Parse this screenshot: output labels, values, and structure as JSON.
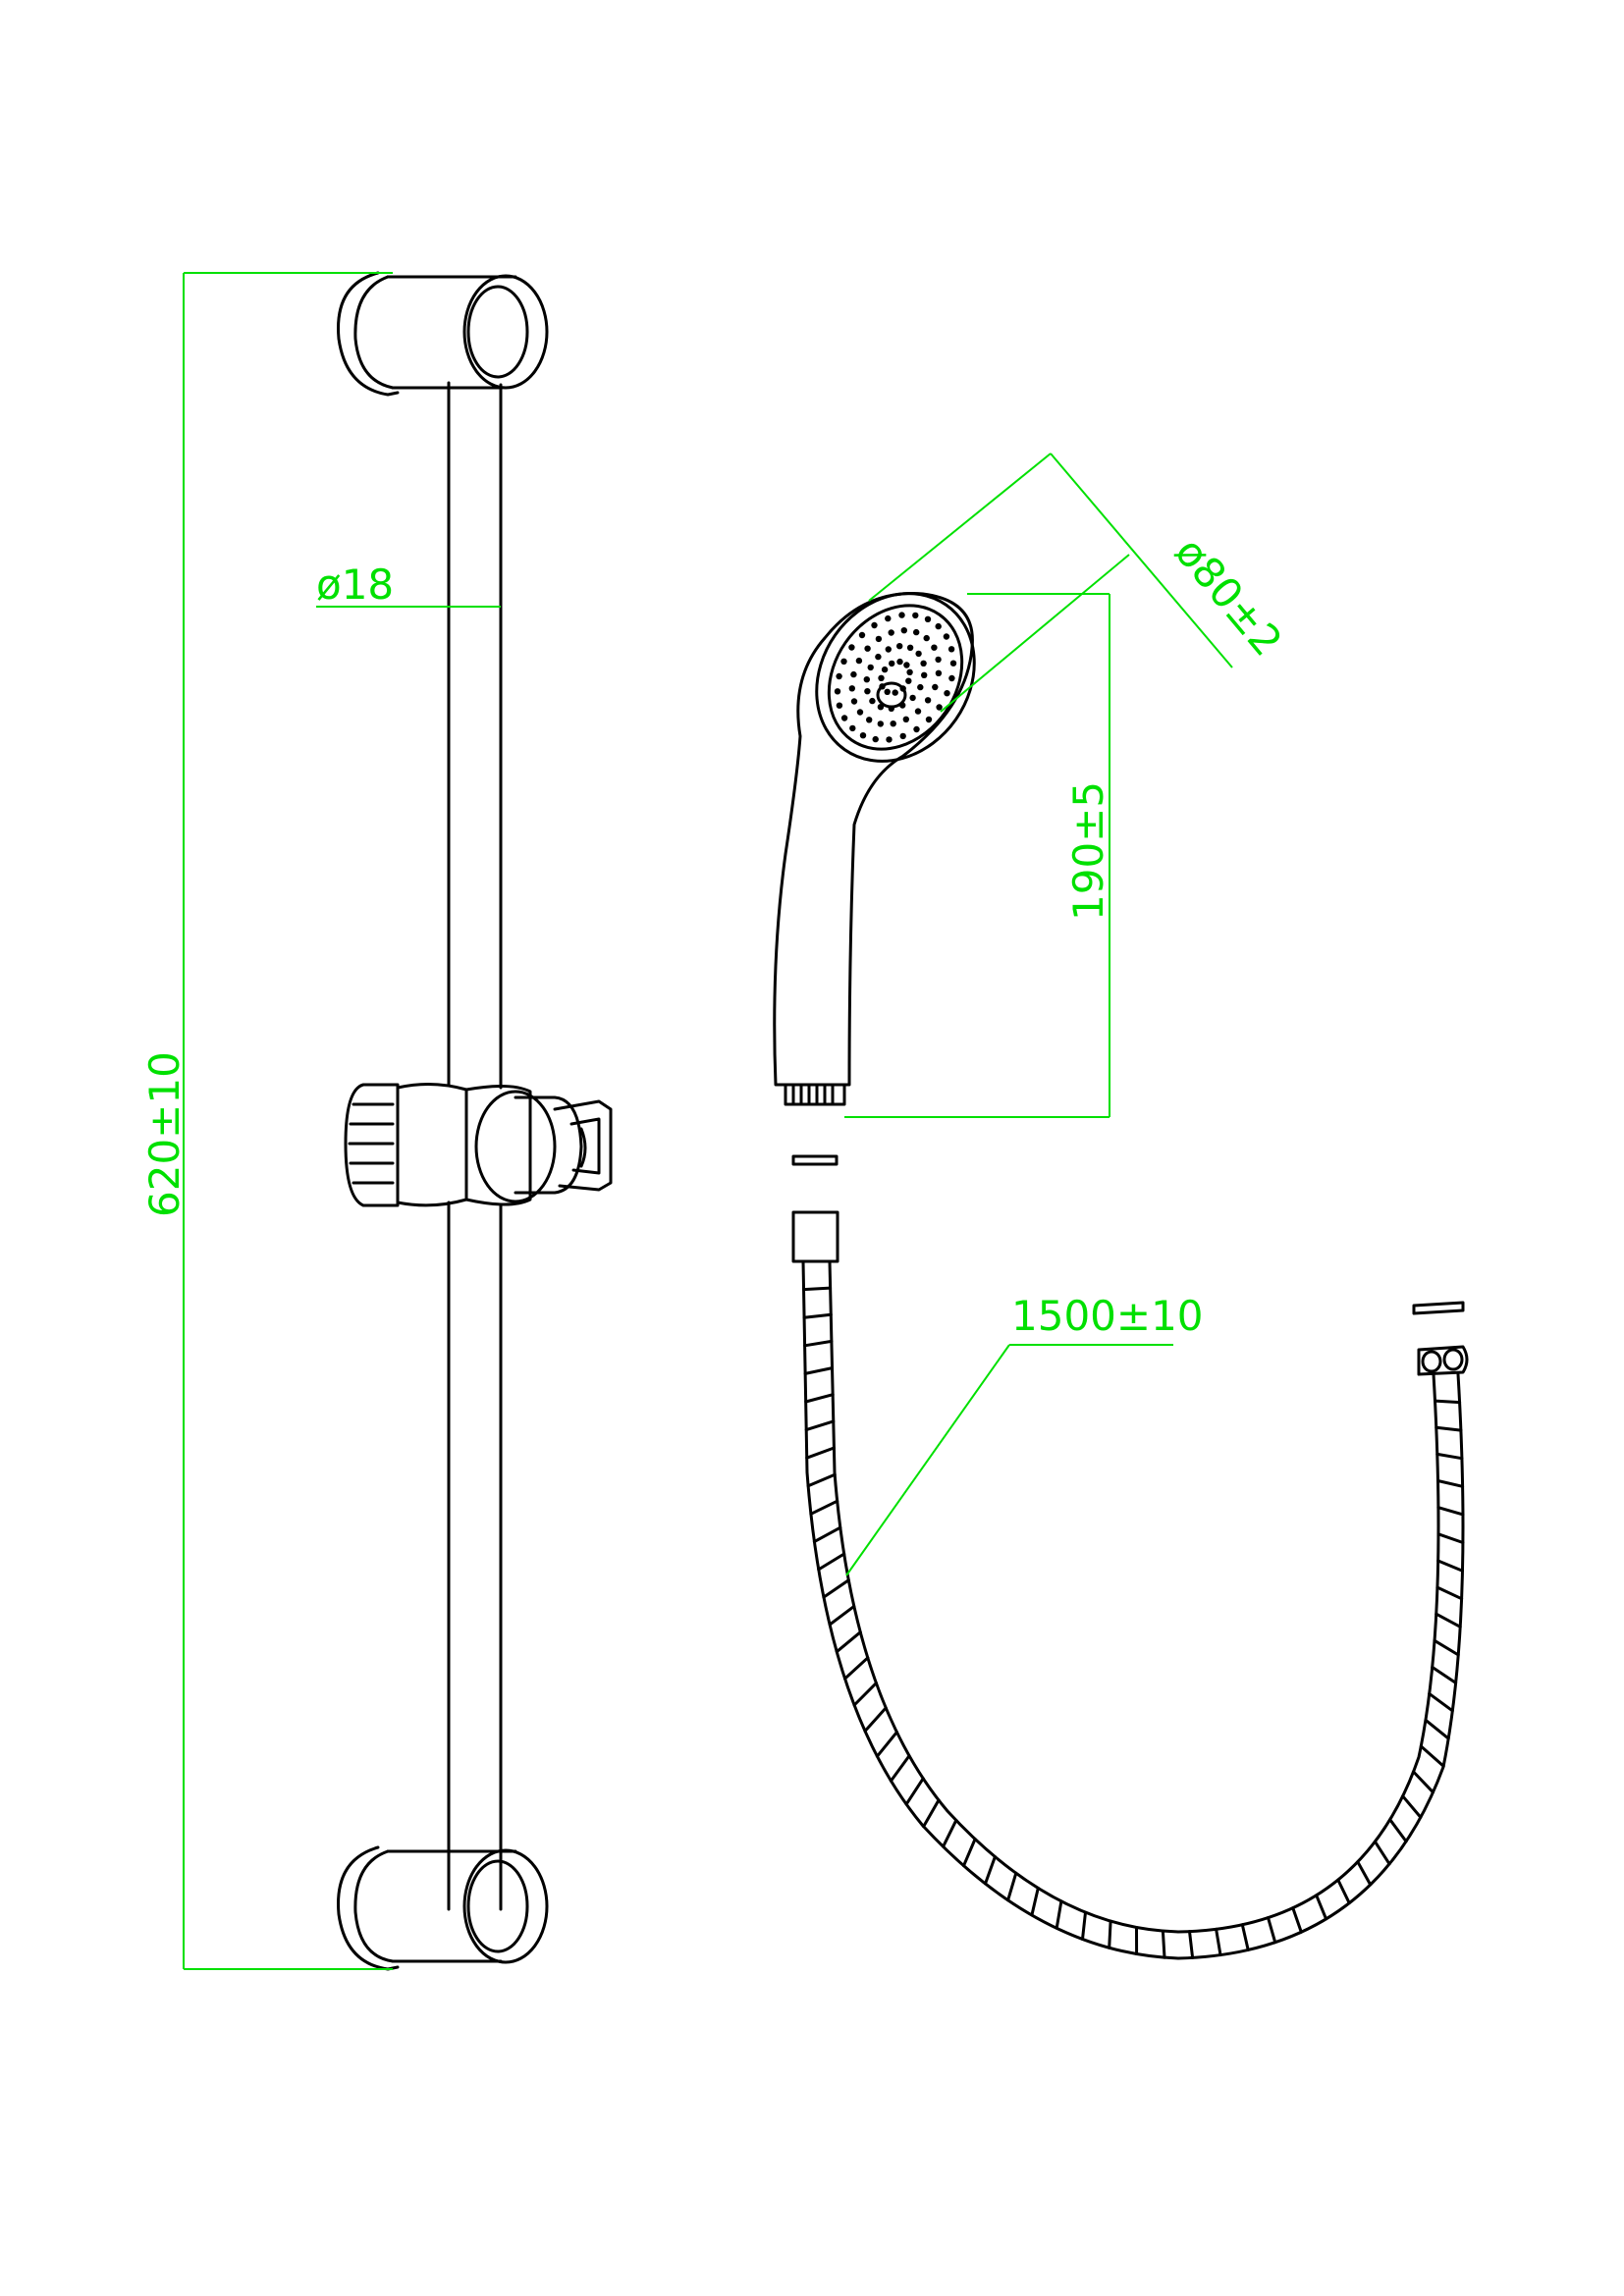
{
  "dimensions": {
    "rail_length": "620±10",
    "rail_diameter": "ø18",
    "head_diameter": "ø80±2",
    "handshower_length": "190±5",
    "hose_length": "1500±10"
  },
  "colors": {
    "outline": "#000000",
    "dimension": "#00e000",
    "background": "#ffffff"
  }
}
